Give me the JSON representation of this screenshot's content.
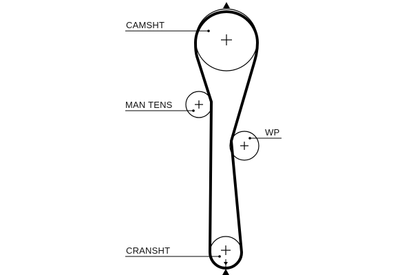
{
  "labels": {
    "camshaft": "CAMSHT",
    "man_tensioner": "MAN TENS",
    "water_pump": "WP",
    "crankshaft": "CRANSHT"
  },
  "colors": {
    "belt": "#000000",
    "background": "#ffffff",
    "text": "#111111"
  }
}
